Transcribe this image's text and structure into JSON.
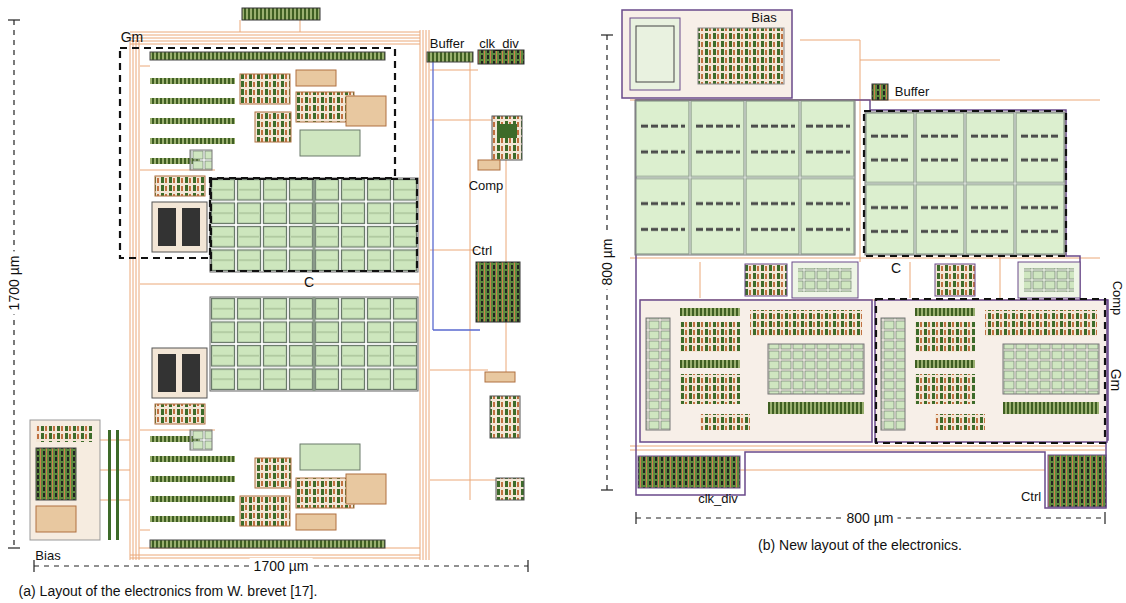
{
  "diagram": {
    "nodes": [
      {
        "text": [
          "Gm"
        ]
      },
      {
        "text": [
          "C"
        ]
      },
      {
        "text": [
          "C"
        ]
      },
      {
        "text": [
          "Gm"
        ]
      }
    ],
    "labels": [
      "Buffer",
      "clk_div",
      "Comp",
      "Ctrl",
      "Bias",
      "1700 µm",
      "1700 µm",
      "(a) Layout of the electronics from W. brevet [17].",
      "Bias",
      "Buffer",
      "Comp",
      "clk_div",
      "Ctrl",
      "800 µm",
      "800 µm",
      "(b) New layout of the electronics."
    ]
  }
}
